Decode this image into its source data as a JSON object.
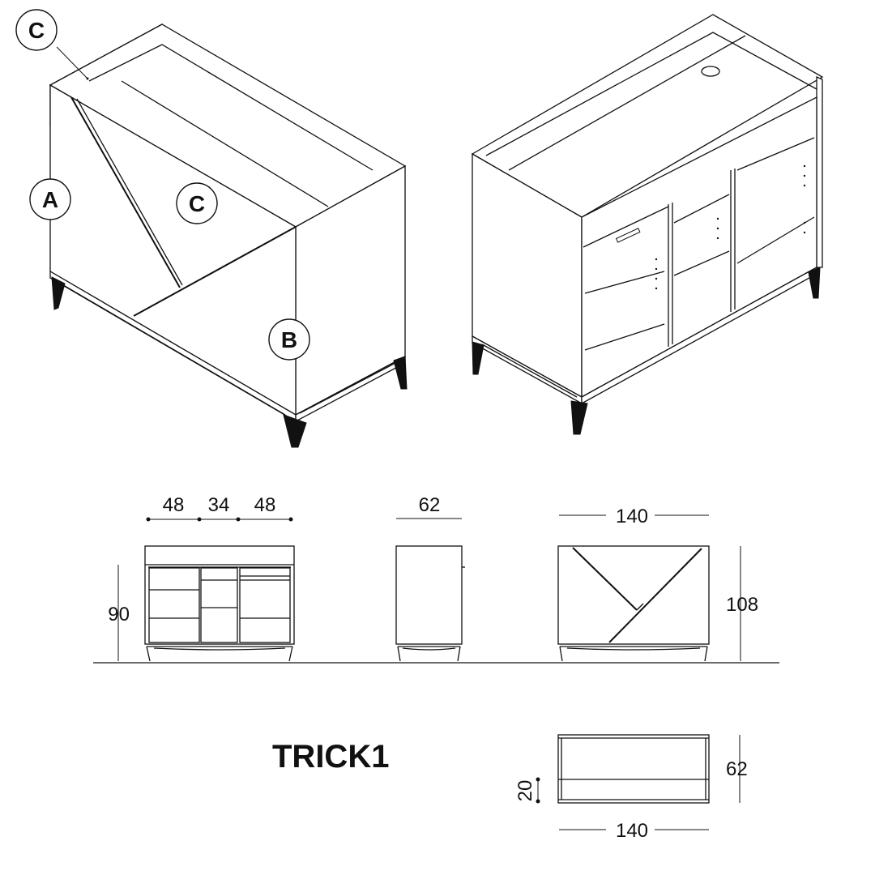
{
  "product_name": "TRICK1",
  "callouts": {
    "c_top": "C",
    "a_side": "A",
    "c_door": "C",
    "b_door": "B"
  },
  "dimensions": {
    "front_open_w1": "48",
    "front_open_w2": "34",
    "front_open_w3": "48",
    "front_open_height": "90",
    "side_depth": "62",
    "front_closed_width": "140",
    "front_closed_height": "108",
    "top_depth": "62",
    "top_raised_depth": "20",
    "top_width": "140"
  }
}
